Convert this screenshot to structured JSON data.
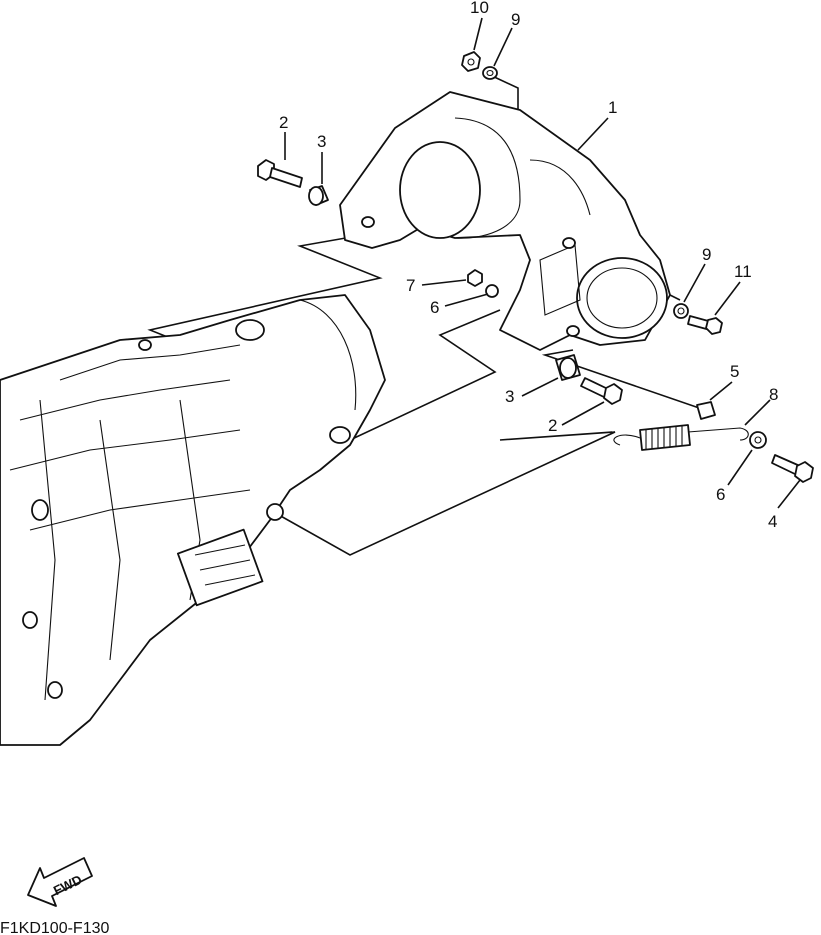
{
  "callouts": [
    {
      "id": "c10",
      "text": "10"
    },
    {
      "id": "c9a",
      "text": "9"
    },
    {
      "id": "c1",
      "text": "1"
    },
    {
      "id": "c2a",
      "text": "2"
    },
    {
      "id": "c3a",
      "text": "3"
    },
    {
      "id": "c7",
      "text": "7"
    },
    {
      "id": "c6a",
      "text": "6"
    },
    {
      "id": "c9b",
      "text": "9"
    },
    {
      "id": "c11",
      "text": "11"
    },
    {
      "id": "c5",
      "text": "5"
    },
    {
      "id": "c3b",
      "text": "3"
    },
    {
      "id": "c8",
      "text": "8"
    },
    {
      "id": "c2b",
      "text": "2"
    },
    {
      "id": "c6b",
      "text": "6"
    },
    {
      "id": "c4",
      "text": "4"
    }
  ],
  "fwd_label": "FWD",
  "drawing_code": "F1KD100-F130"
}
